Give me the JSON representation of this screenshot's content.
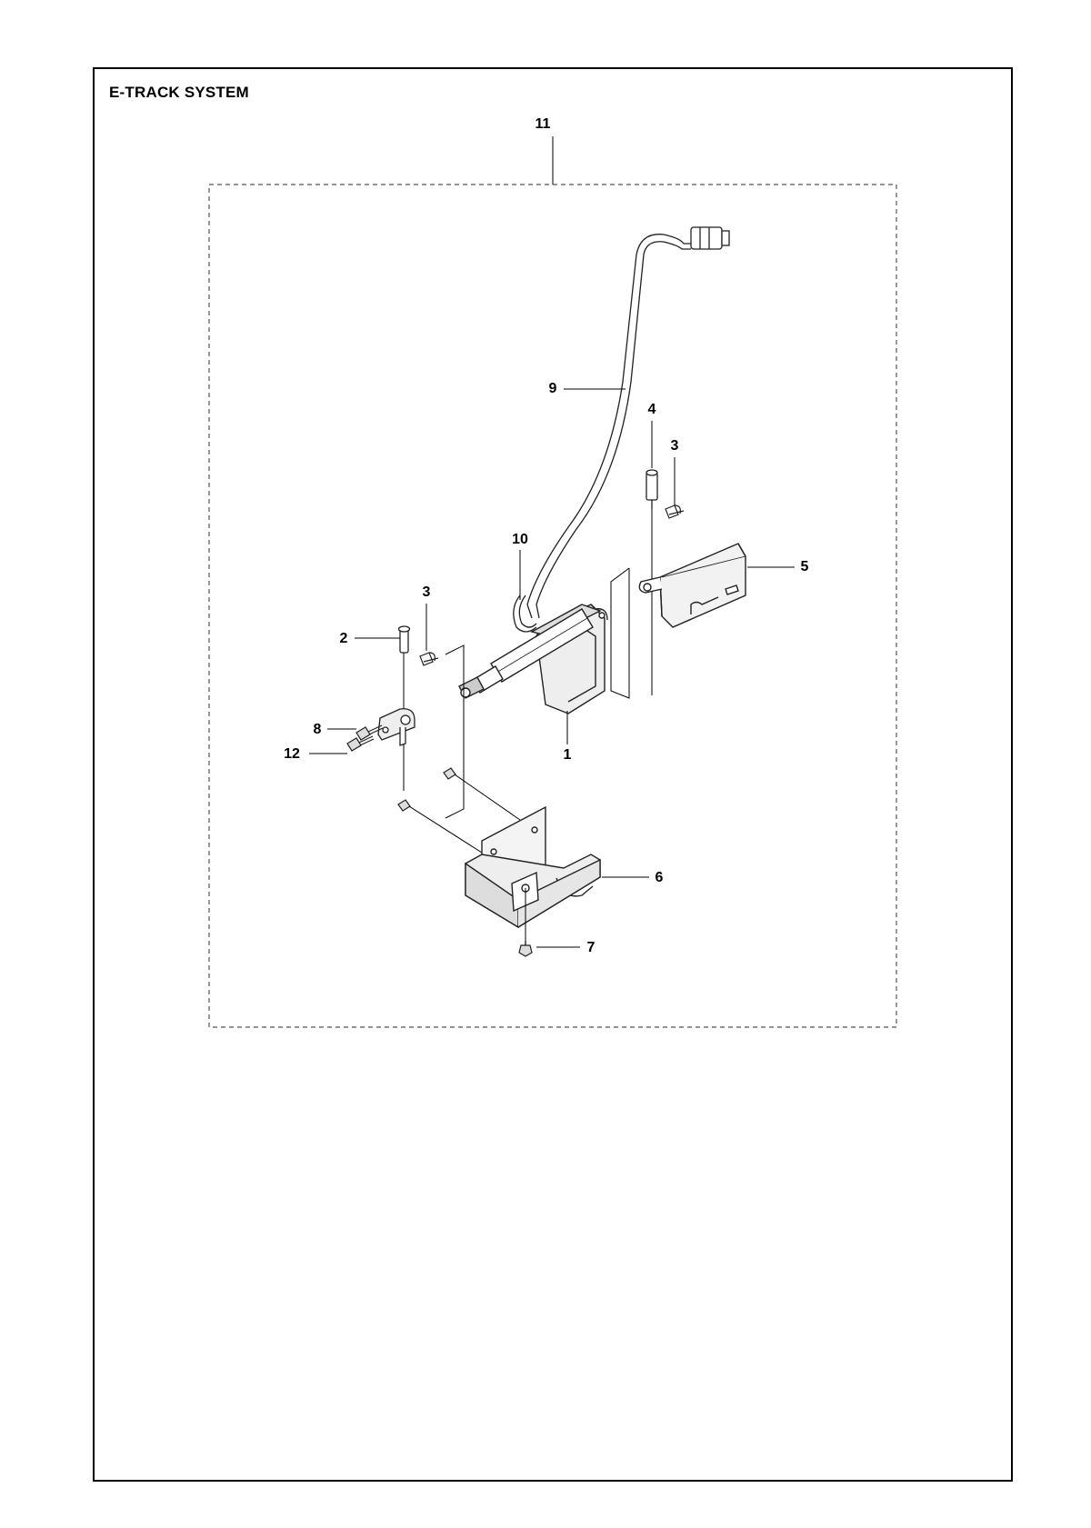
{
  "title": "E-TRACK SYSTEM",
  "callouts": {
    "c1": "1",
    "c2": "2",
    "c3a": "3",
    "c3b": "3",
    "c4": "4",
    "c5": "5",
    "c6": "6",
    "c7": "7",
    "c8": "8",
    "c9": "9",
    "c10": "10",
    "c11": "11",
    "c12": "12"
  }
}
